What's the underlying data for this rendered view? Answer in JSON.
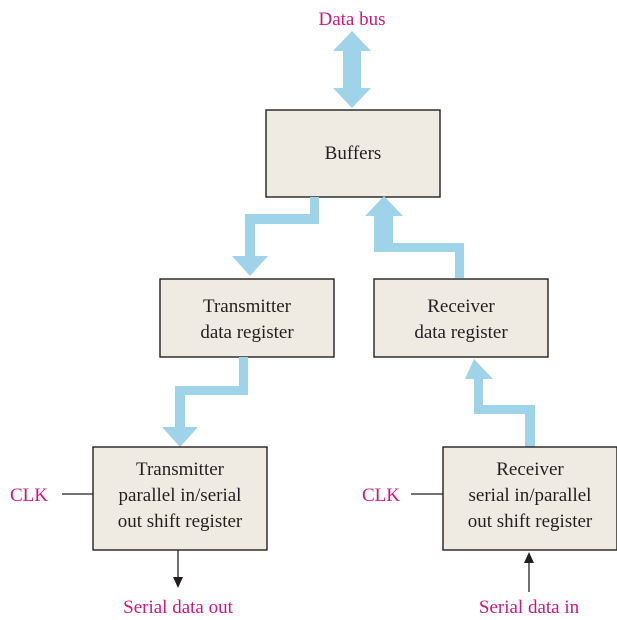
{
  "colors": {
    "bus_arrow": "#9fd3ea",
    "block_fill": "#efeae2",
    "block_stroke": "#231f20",
    "signal_label": "#d4147a",
    "block_text": "#231f20"
  },
  "labels": {
    "data_bus": "Data bus",
    "clk_left": "CLK",
    "clk_right": "CLK",
    "serial_out": "Serial data out",
    "serial_in": "Serial data in"
  },
  "blocks": {
    "buffers": {
      "lines": [
        "Buffers"
      ]
    },
    "tx_data_register": {
      "lines": [
        "Transmitter",
        "data register"
      ]
    },
    "rx_data_register": {
      "lines": [
        "Receiver",
        "data register"
      ]
    },
    "tx_shift_register": {
      "lines": [
        "Transmitter",
        "parallel in/serial",
        "out shift register"
      ]
    },
    "rx_shift_register": {
      "lines": [
        "Receiver",
        "serial in/parallel",
        "out shift register"
      ]
    }
  }
}
